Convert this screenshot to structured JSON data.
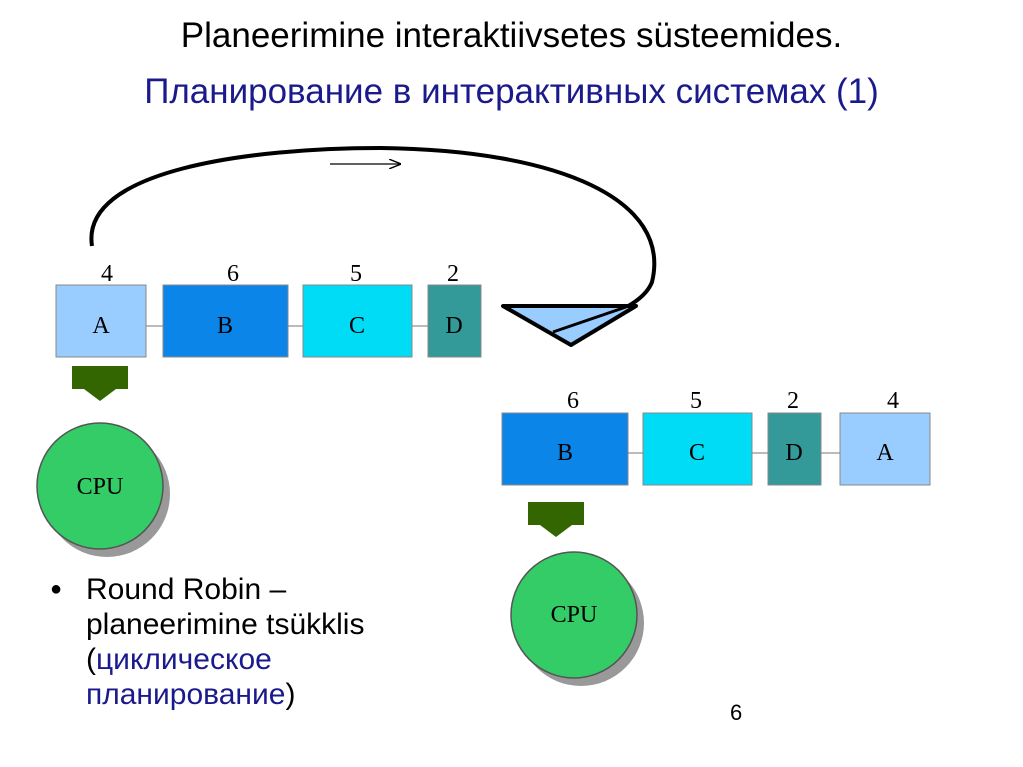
{
  "title": {
    "line1": "Planeerimine interaktiivsetes süsteemides.",
    "line2": "Планирование в интерактивных системах (1)"
  },
  "queue_before": [
    {
      "label": "A",
      "priority": "4",
      "color": "#99ccff"
    },
    {
      "label": "B",
      "priority": "6",
      "color": "#0b85e8"
    },
    {
      "label": "C",
      "priority": "5",
      "color": "#00dcf5"
    },
    {
      "label": "D",
      "priority": "2",
      "color": "#339999"
    }
  ],
  "queue_after": [
    {
      "label": "B",
      "priority": "6",
      "color": "#0b85e8"
    },
    {
      "label": "C",
      "priority": "5",
      "color": "#00dcf5"
    },
    {
      "label": "D",
      "priority": "2",
      "color": "#339999"
    },
    {
      "label": "A",
      "priority": "4",
      "color": "#99ccff"
    }
  ],
  "cpu": {
    "label": "CPU",
    "color": "#33cc66"
  },
  "pointer_color": "#336600",
  "bullet": {
    "line1": "Round Robin –",
    "line2": "planeerimine tsükklis",
    "open_paren": "(",
    "russian1": "циклическое",
    "russian2": "планирование",
    "close_paren": ")"
  },
  "page_number": "6"
}
